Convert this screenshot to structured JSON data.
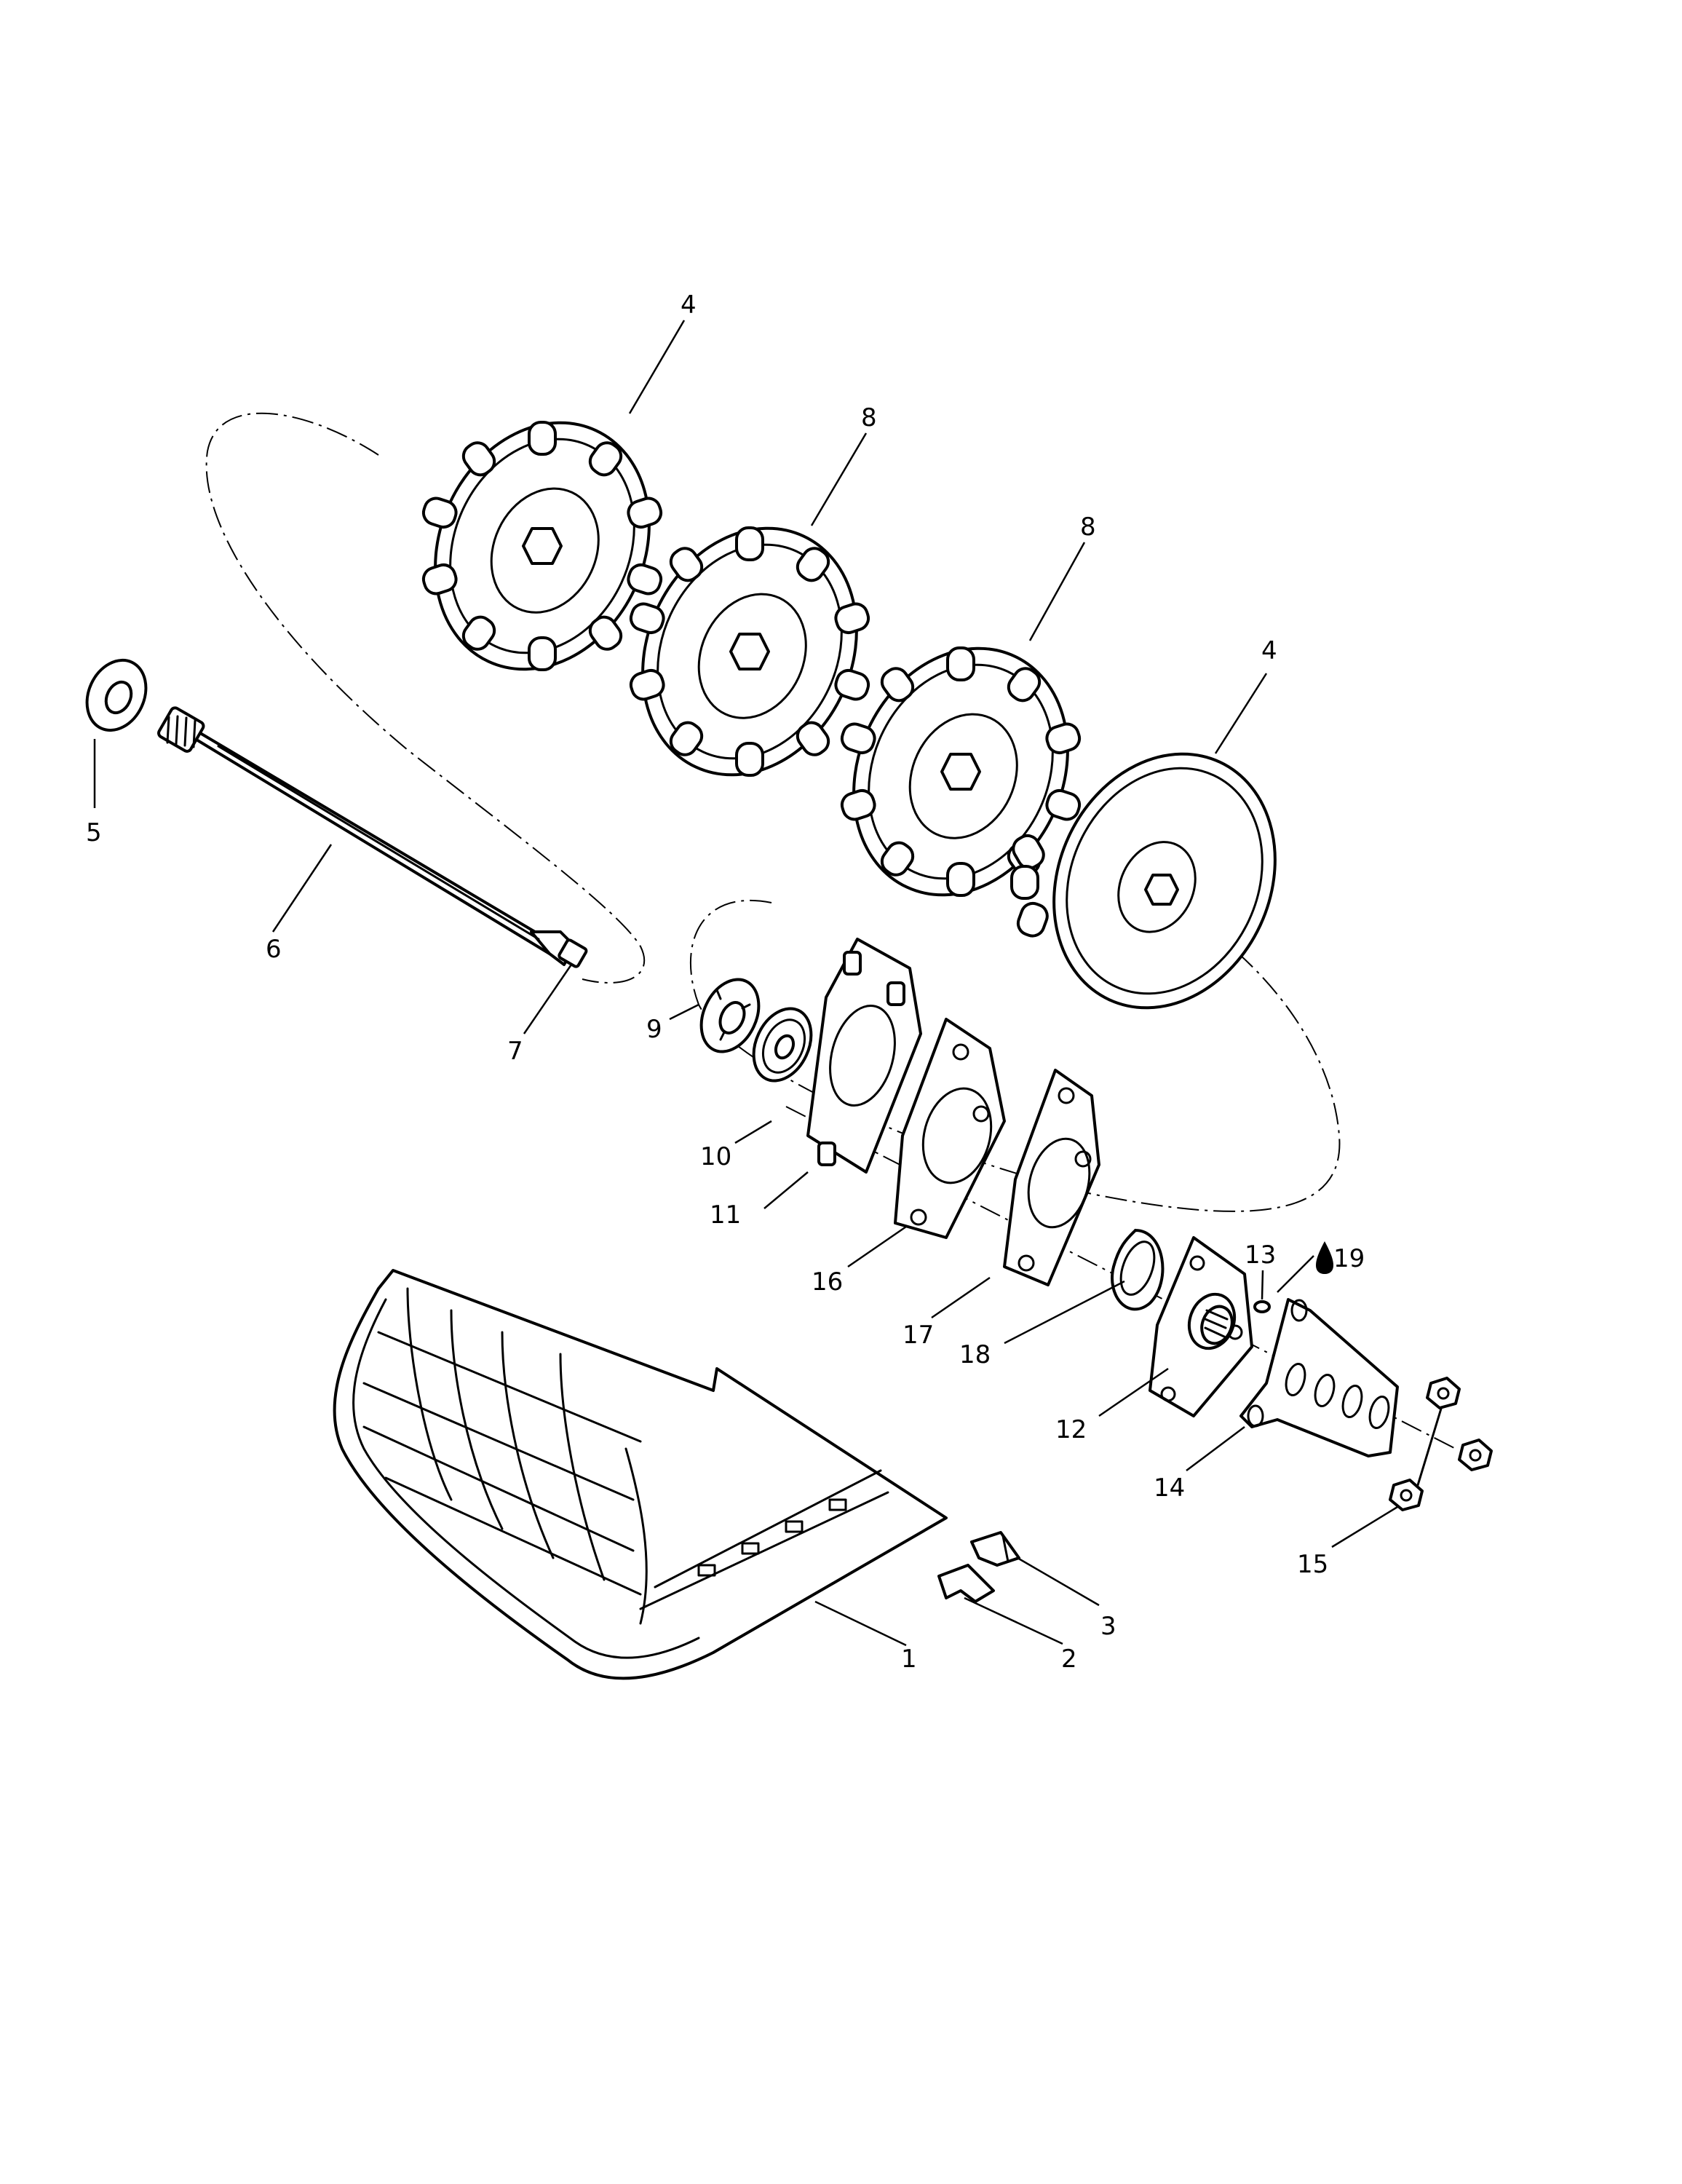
{
  "callouts": {
    "c1": "1",
    "c2": "2",
    "c3": "3",
    "c4a": "4",
    "c4b": "4",
    "c5": "5",
    "c6": "6",
    "c7": "7",
    "c8a": "8",
    "c8b": "8",
    "c9": "9",
    "c10": "10",
    "c11": "11",
    "c12": "12",
    "c13": "13",
    "c14": "14",
    "c15": "15",
    "c16": "16",
    "c17": "17",
    "c18": "18",
    "c19": "19"
  },
  "icons": {
    "lubricant": "oil-drop-icon"
  }
}
